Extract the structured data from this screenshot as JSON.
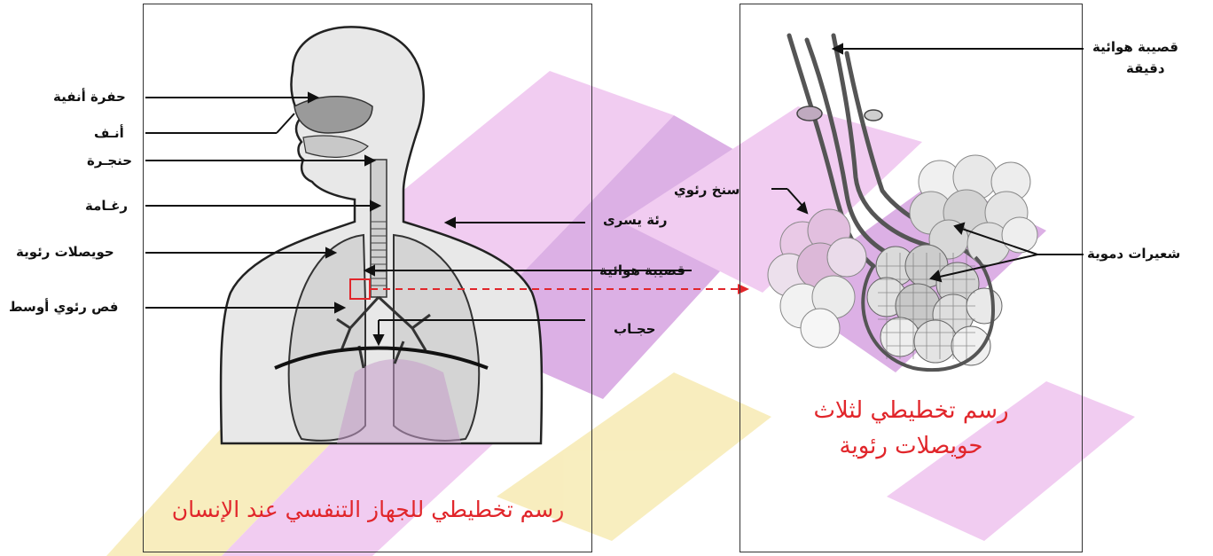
{
  "body_diagram": {
    "caption": "رسم تخطيطي للجهاز التنفسي عند الإنسان",
    "labels": {
      "nasal_cavity": "حفرة أنفية",
      "nose": "أنـف",
      "larynx": "حنجـرة",
      "epiglottis": "رغـامة",
      "alveoli": "حويصلات رئوية",
      "middle_lobe": "فص رئوي أوسط",
      "left_lung": "رئة يسرى",
      "bronchiole": "قصيبة هوائية",
      "diaphragm": "حجـاب"
    }
  },
  "alveoli_diagram": {
    "caption_line1": "رسم تخطيطي لثلاث",
    "caption_line2": "حويصلات رئوية",
    "labels": {
      "fine_bronchiole_1": "قصيبة هوائية",
      "fine_bronchiole_2": "دقيقة",
      "pulmonary_sac": "سنخ رئوي",
      "capillaries": "شعيرات دموية"
    }
  },
  "colors": {
    "caption": "#e1262b",
    "zoom_box": "#e1262b",
    "watermark_pink": "#e6a3e6",
    "watermark_purple": "#c070d0",
    "watermark_yellow": "#f3e08a"
  }
}
